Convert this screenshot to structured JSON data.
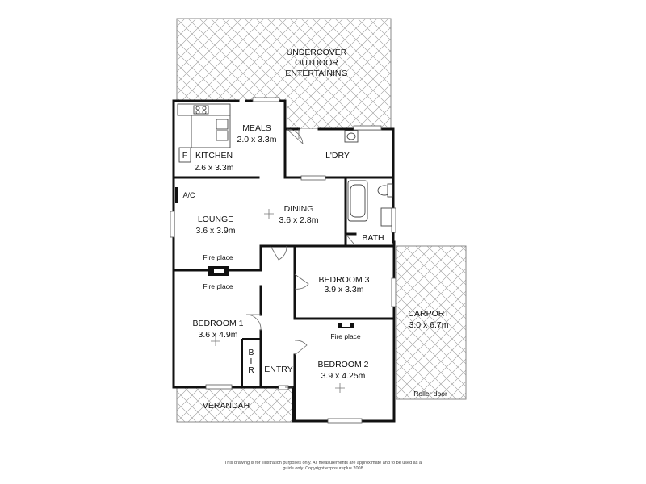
{
  "rooms": {
    "outdoor": {
      "line1": "UNDERCOVER",
      "line2": "OUTDOOR",
      "line3": "ENTERTAINING"
    },
    "meals": {
      "name": "MEALS",
      "size": "2.0 x 3.3m"
    },
    "kitchen": {
      "name": "KITCHEN",
      "size": "2.6 x 3.3m"
    },
    "fridge": "F",
    "laundry": {
      "name": "L'DRY"
    },
    "dining": {
      "name": "DINING",
      "size": "3.6 x 2.8m"
    },
    "lounge": {
      "name": "LOUNGE",
      "size": "3.6 x 3.9m"
    },
    "ac": "A/C",
    "bath": {
      "name": "BATH"
    },
    "bedroom3": {
      "name": "BEDROOM 3",
      "size": "3.9 x 3.3m"
    },
    "carport": {
      "name": "CARPORT",
      "size": "3.0 x 6.7m"
    },
    "bedroom1": {
      "name": "BEDROOM 1",
      "size": "3.6 x 4.9m"
    },
    "bir": {
      "b": "B",
      "i": "I",
      "r": "R"
    },
    "entry": {
      "name": "ENTRY"
    },
    "bedroom2": {
      "name": "BEDROOM 2",
      "size": "3.9 x 4.25m"
    },
    "verandah": {
      "name": "VERANDAH"
    }
  },
  "labels": {
    "fireplace_lounge": "Fire place",
    "fireplace_bed1": "Fire place",
    "fireplace_bed2": "Fire place",
    "roller_door": "Roller door"
  },
  "disclaimer": {
    "line1": "This drawing is for illustration purposes only. All measurements are approximate and to be used as a",
    "line2": "guide only. Copyright exposureplus 2008"
  }
}
